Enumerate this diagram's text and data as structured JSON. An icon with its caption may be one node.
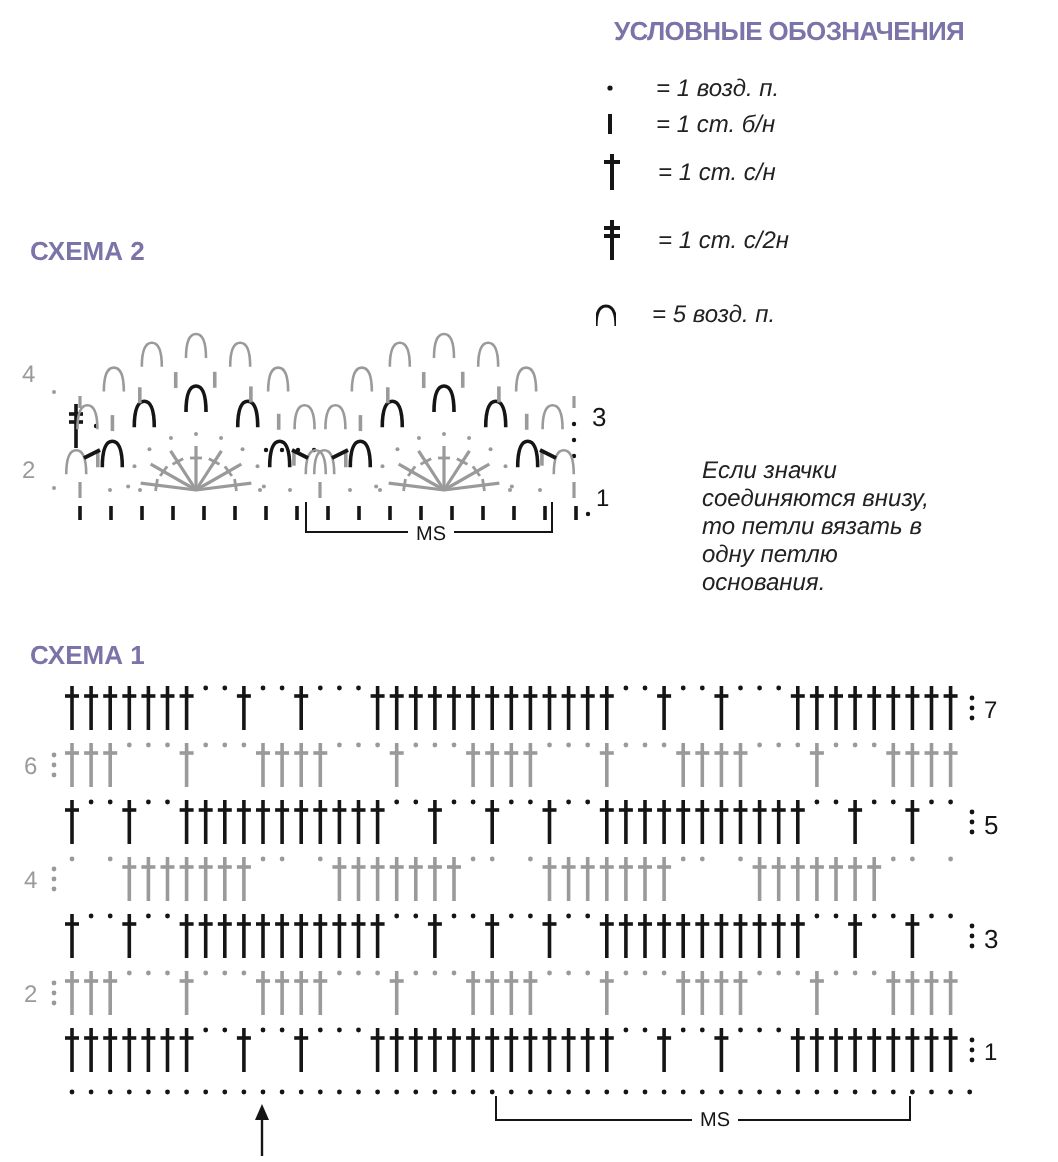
{
  "diagram": {
    "labels": [
      "УСЛОВНЫЕ ОБОЗНАЧЕНИЯ",
      "СХЕМА 2",
      "4",
      "3",
      "2",
      "1",
      "MS",
      "Если значки соединяются внизу, то петли вязать в одну петлю основания.",
      "СХЕМА 1",
      "7",
      "6",
      "5",
      "4",
      "3",
      "2",
      "1",
      "MS"
    ],
    "legend": [
      {
        "text": "= 1 возд. п."
      },
      {
        "text": "= 1 ст. б/н"
      },
      {
        "text": "= 1 ст. с/н"
      },
      {
        "text": "= 1 ст. с/2н"
      },
      {
        "text": "= 5 возд. п."
      }
    ]
  }
}
